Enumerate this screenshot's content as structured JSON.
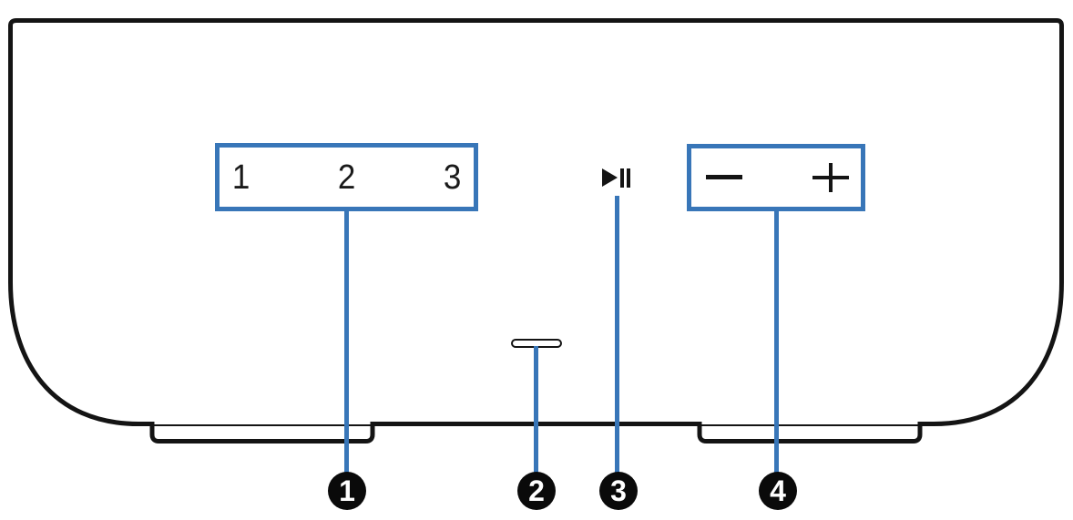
{
  "panel": {
    "presets": {
      "buttons": [
        "1",
        "2",
        "3"
      ]
    },
    "status_led": {
      "icon": "status-led-pill"
    },
    "playback": {
      "icon": "play-pause-icon"
    },
    "volume": {
      "down_icon": "minus-icon",
      "up_icon": "plus-icon"
    },
    "callouts": [
      "1",
      "2",
      "3",
      "4"
    ],
    "colors": {
      "outline_black": "#141414",
      "callout_blue": "#3876b8",
      "marker_background": "#0a0a0a",
      "marker_text": "#ffffff"
    }
  }
}
